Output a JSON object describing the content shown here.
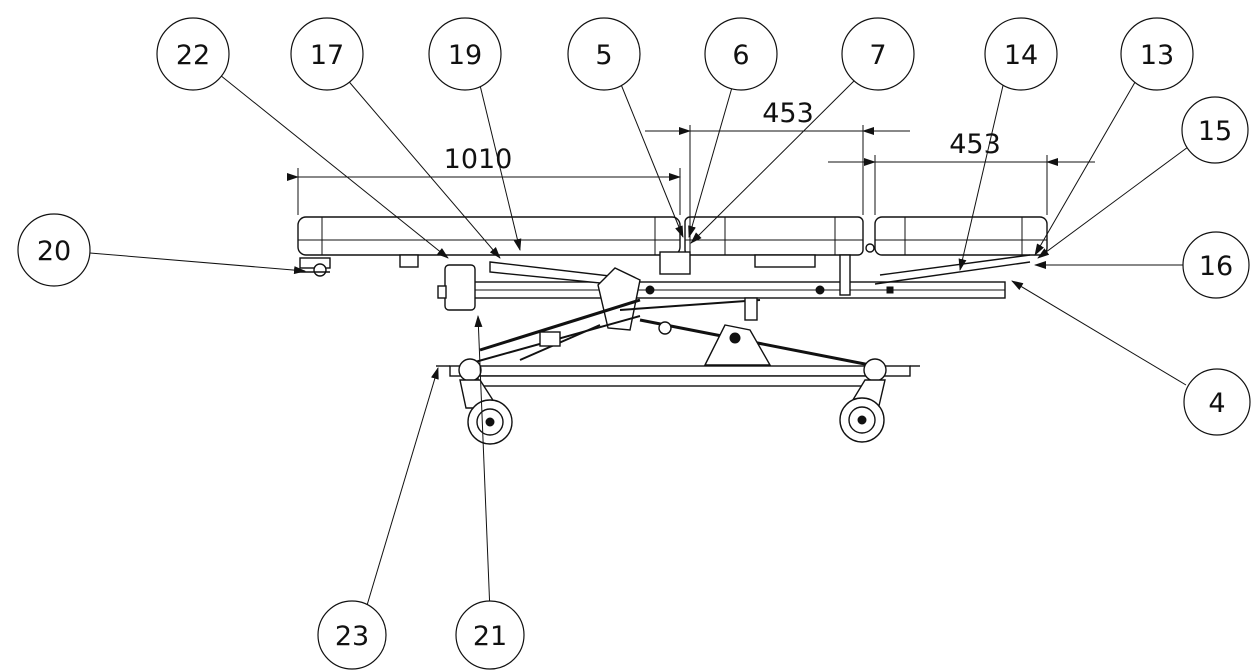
{
  "diagram": {
    "dimensions": [
      {
        "id": "dim-1010",
        "label": "1010"
      },
      {
        "id": "dim-453-a",
        "label": "453"
      },
      {
        "id": "dim-453-b",
        "label": "453"
      }
    ],
    "callouts": [
      {
        "label": "22"
      },
      {
        "label": "17"
      },
      {
        "label": "19"
      },
      {
        "label": "5"
      },
      {
        "label": "6"
      },
      {
        "label": "7"
      },
      {
        "label": "14"
      },
      {
        "label": "13"
      },
      {
        "label": "15"
      },
      {
        "label": "20"
      },
      {
        "label": "16"
      },
      {
        "label": "4"
      },
      {
        "label": "23"
      },
      {
        "label": "21"
      }
    ]
  }
}
